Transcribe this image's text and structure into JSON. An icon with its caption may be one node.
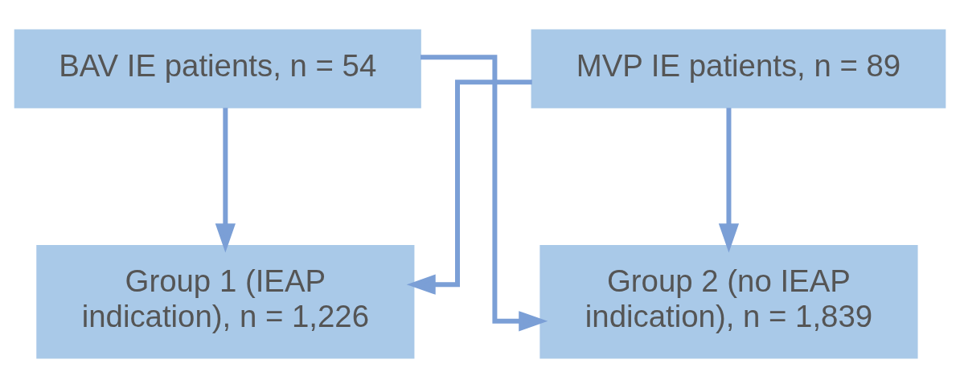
{
  "diagram": {
    "nodes": [
      {
        "text": [
          "BAV IE patients, n = 54"
        ]
      },
      {
        "text": [
          "MVP IE patients, n = 89"
        ]
      },
      {
        "text": [
          "Group 1 (IEAP indication), n = 1,226"
        ]
      },
      {
        "text": [
          "Group 2 (no IEAP indication), n = 1,839"
        ]
      }
    ],
    "edges": [
      {
        "from": 0,
        "to": 2,
        "arrow": "to"
      },
      {
        "from": 0,
        "to": 3,
        "arrow": "to"
      },
      {
        "from": 1,
        "to": 2,
        "arrow": "to"
      },
      {
        "from": 1,
        "to": 3,
        "arrow": "to"
      }
    ]
  }
}
